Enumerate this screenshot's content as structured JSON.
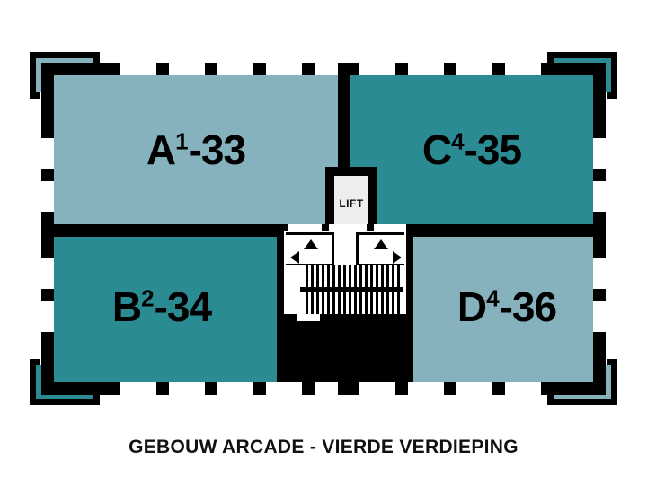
{
  "caption": "GEBOUW ARCADE - VIERDE VERDIEPING",
  "building": {
    "name": "GEBOUW ARCADE",
    "floor": "VIERDE VERDIEPING"
  },
  "colors": {
    "unit_light": "#85b2bc",
    "unit_dark": "#2b8b93",
    "wall": "#000000",
    "window": "#ffffff",
    "lift_cab": "#eceeec",
    "background": "#ffffff",
    "stair_fill": "#ffffff"
  },
  "units": [
    {
      "id": "A",
      "letter": "A",
      "superscript": "1",
      "number": "-33",
      "label": "A1-33",
      "position": "top-left",
      "color": "#85b2bc"
    },
    {
      "id": "C",
      "letter": "C",
      "superscript": "4",
      "number": "-35",
      "label": "C4-35",
      "position": "top-right",
      "color": "#2b8b93"
    },
    {
      "id": "B",
      "letter": "B",
      "superscript": "2",
      "number": "-34",
      "label": "B2-34",
      "position": "bottom-left",
      "color": "#2b8b93"
    },
    {
      "id": "D",
      "letter": "D",
      "superscript": "4",
      "number": "-36",
      "label": "D4-36",
      "position": "bottom-right",
      "color": "#85b2bc"
    }
  ],
  "balconies": [
    {
      "id": "balcony-top-left",
      "unit": "A",
      "color": "#85b2bc"
    },
    {
      "id": "balcony-top-right",
      "unit": "C",
      "color": "#2b8b93"
    },
    {
      "id": "balcony-bottom-left",
      "unit": "B",
      "color": "#2b8b93"
    },
    {
      "id": "balcony-bottom-right",
      "unit": "D",
      "color": "#85b2bc"
    }
  ],
  "core": {
    "lift_label": "LIFT",
    "stair_treads": 18,
    "arrows": {
      "left_box": [
        "up",
        "left"
      ],
      "right_box": [
        "up",
        "right"
      ]
    }
  }
}
